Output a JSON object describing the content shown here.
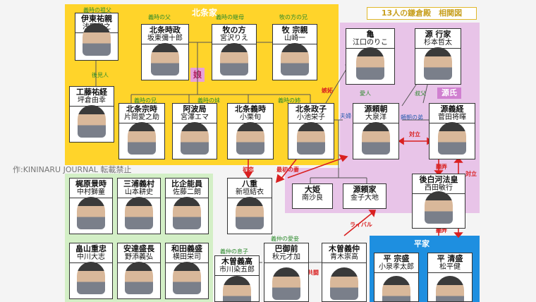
{
  "header": {
    "title": "13人の鎌倉殿　相関図"
  },
  "credit": "作:KININARU JOURNAL 転載禁止",
  "groups": {
    "hojo": "北条家",
    "genji": "源氏",
    "heike": "平家"
  },
  "badge_musume": "娘",
  "colors": {
    "hojo": "#ffd42a",
    "genji": "#e8c4e8",
    "genji_dark": "#d080d0",
    "heike": "#1e8fe0",
    "green": "#d3efc6",
    "arrow": "#d92020"
  },
  "labels": {
    "l1": "義時の祖父",
    "l2": "義時の父",
    "l3": "義時の継母",
    "l4": "牧の方の兄",
    "l5": "後見人",
    "l6": "義時の兄",
    "l7": "義時の妹",
    "l8": "義時の姉",
    "l9": "嫉妬",
    "l10": "夫婦",
    "l11": "愛人",
    "l12": "叔父",
    "l13": "頼朝の弟",
    "l14": "対立",
    "l15": "初恋",
    "l16": "最初の妻",
    "l17": "翻弄",
    "l18": "対立",
    "l19": "ライバル",
    "l20": "義仲の愛妾",
    "l21": "義仲の息子",
    "l22": "共闘",
    "l23": "翻弄"
  },
  "people": {
    "ito": {
      "name": "伊東祐親",
      "actor": "浅野和之"
    },
    "tokimasa": {
      "name": "北条時政",
      "actor": "坂東彌十郎"
    },
    "maki": {
      "name": "牧の方",
      "actor": "宮沢りえ"
    },
    "munechika": {
      "name": "牧 宗親",
      "actor": "山崎一"
    },
    "kame": {
      "name": "亀",
      "actor": "江口のりこ"
    },
    "yukiie": {
      "name": "源 行家",
      "actor": "杉本哲太"
    },
    "kudo": {
      "name": "工藤祐経",
      "actor": "坪倉由幸"
    },
    "munetoki": {
      "name": "北条宗時",
      "actor": "片岡愛之助"
    },
    "awa": {
      "name": "阿波局",
      "actor": "宮澤エマ"
    },
    "yoshitoki": {
      "name": "北条義時",
      "actor": "小栗旬"
    },
    "masako": {
      "name": "北条政子",
      "actor": "小池栄子"
    },
    "yoritomo": {
      "name": "源頼朝",
      "actor": "大泉洋"
    },
    "yoshitsune": {
      "name": "源義経",
      "actor": "菅田将暉"
    },
    "kajiwara": {
      "name": "梶原景時",
      "actor": "中村獅童"
    },
    "miura": {
      "name": "三浦義村",
      "actor": "山本耕史"
    },
    "hiki": {
      "name": "比企能員",
      "actor": "佐藤二朗"
    },
    "yae": {
      "name": "八重",
      "actor": "新垣結衣"
    },
    "ohime": {
      "name": "大姫",
      "actor": "南沙良"
    },
    "yoriie": {
      "name": "源頼家",
      "actor": "金子大地"
    },
    "goshirakawa": {
      "name": "後白河法皇",
      "actor": "西田敏行"
    },
    "hatakeyama": {
      "name": "畠山重忠",
      "actor": "中川大志"
    },
    "adachi": {
      "name": "安達盛長",
      "actor": "野添義弘"
    },
    "wada": {
      "name": "和田義盛",
      "actor": "横田栄司"
    },
    "yoshitaka": {
      "name": "木曽義高",
      "actor": "市川染五郎"
    },
    "tomoe": {
      "name": "巴御前",
      "actor": "秋元才加"
    },
    "yoshinaka": {
      "name": "木曽義仲",
      "actor": "青木崇高"
    },
    "munemori": {
      "name": "平 宗盛",
      "actor": "小泉孝太郎"
    },
    "kiyomori": {
      "name": "平 清盛",
      "actor": "松平健"
    }
  }
}
